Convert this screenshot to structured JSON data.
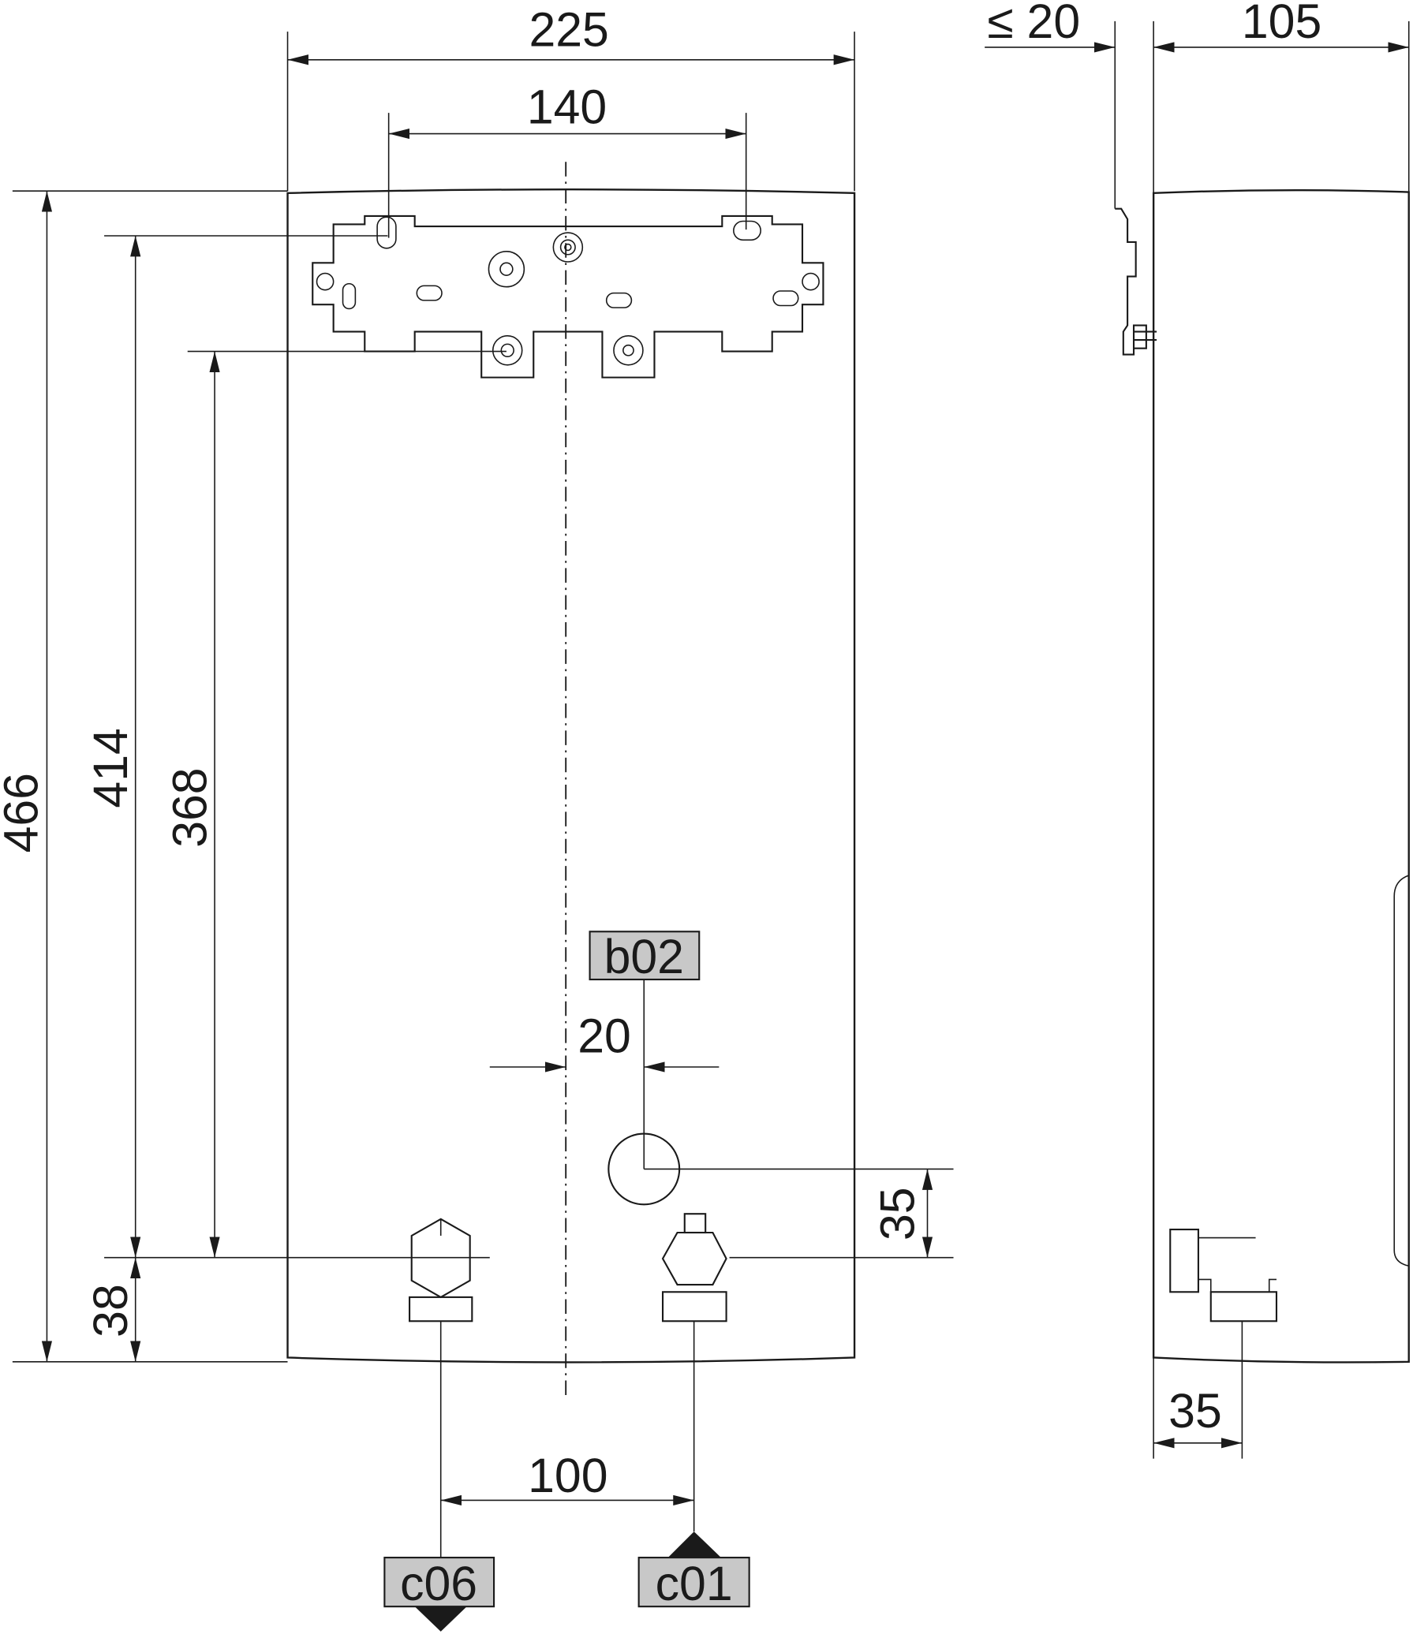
{
  "drawing": {
    "front_view": {
      "width_overall": "225",
      "bracket_hole_spacing": "140",
      "height_overall": "466",
      "height_to_upper_holes": "414",
      "height_to_lower_holes": "368",
      "height_connections": "38",
      "cable_entry_height": "35",
      "cable_entry_offset": "20",
      "connection_spacing": "100"
    },
    "side_view": {
      "wall_gap": "≤ 20",
      "depth": "105",
      "connection_depth": "35"
    },
    "tags": {
      "cable_entry": "b02",
      "cold_water_inlet": "c01",
      "hot_water_outlet": "c06"
    },
    "colors": {
      "tag_fill": "#c8c8c8",
      "line": "#1a1a1a"
    }
  }
}
